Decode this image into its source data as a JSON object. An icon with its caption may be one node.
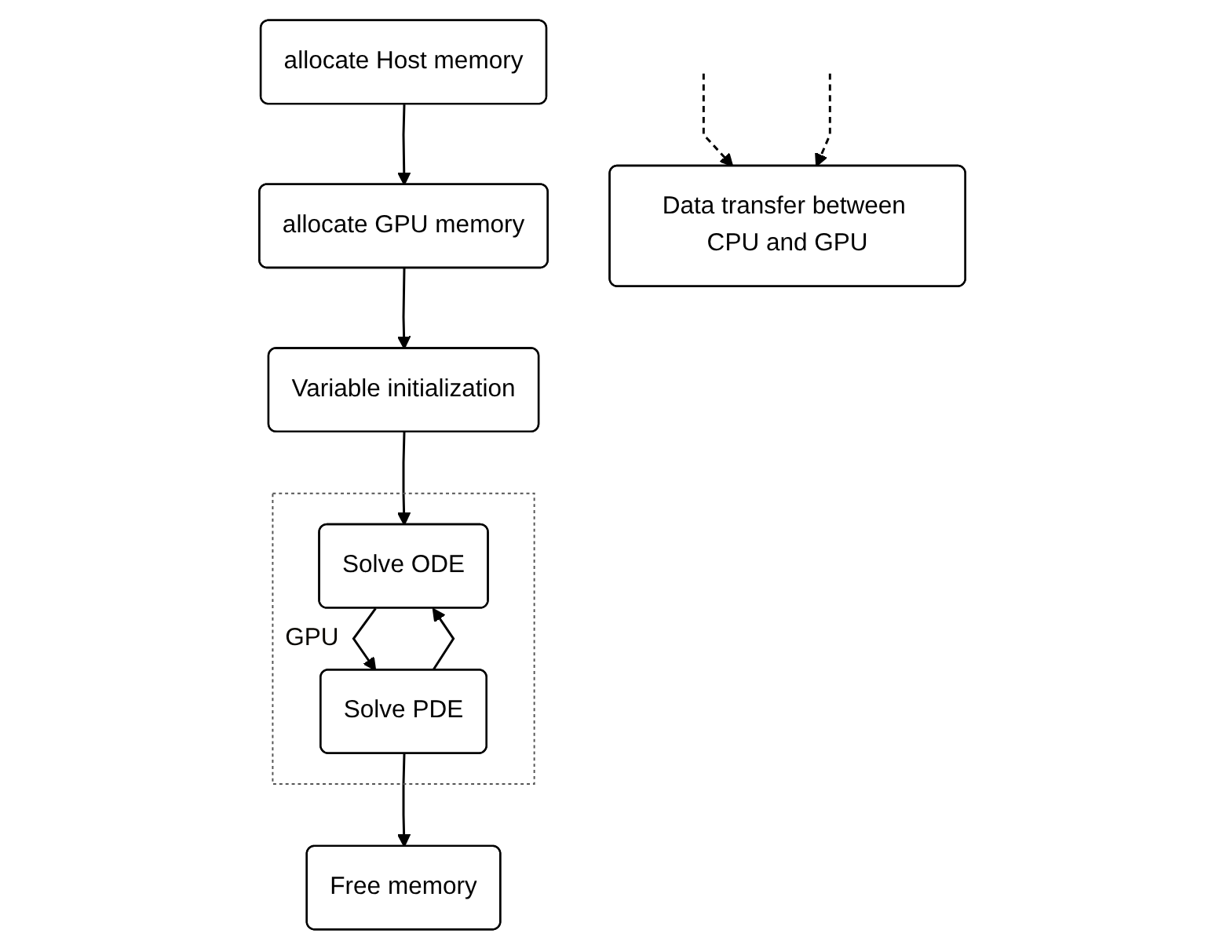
{
  "diagram": {
    "nodes": [
      {
        "text": [
          "allocate Host memory"
        ]
      },
      {
        "text": [
          "allocate GPU memory"
        ]
      },
      {
        "text": [
          "Variable initialization"
        ]
      },
      {
        "text": [
          "GPU"
        ]
      },
      {
        "text": [
          "Solve ODE"
        ],
        "in": 3
      },
      {
        "text": [
          "Solve PDE"
        ],
        "in": 3
      },
      {
        "text": [
          "Free memory"
        ]
      },
      {
        "text": [
          "Data transfer between CPU and GPU"
        ]
      }
    ],
    "edges": [
      {
        "from": 0,
        "to": 1,
        "arrow": "to"
      },
      {
        "from": 1,
        "to": 2,
        "arrow": "to"
      },
      {
        "from": 2,
        "to": 4,
        "arrow": "to"
      },
      {
        "from": 4,
        "to": 5,
        "arrow": "to"
      },
      {
        "from": 5,
        "to": 4,
        "arrow": "to"
      },
      {
        "from": 5,
        "to": 6,
        "arrow": "to"
      },
      {
        "from": null,
        "to": 7,
        "arrow": "to",
        "style": "dashed"
      },
      {
        "from": null,
        "to": 7,
        "arrow": "to",
        "style": "dashed"
      }
    ]
  }
}
